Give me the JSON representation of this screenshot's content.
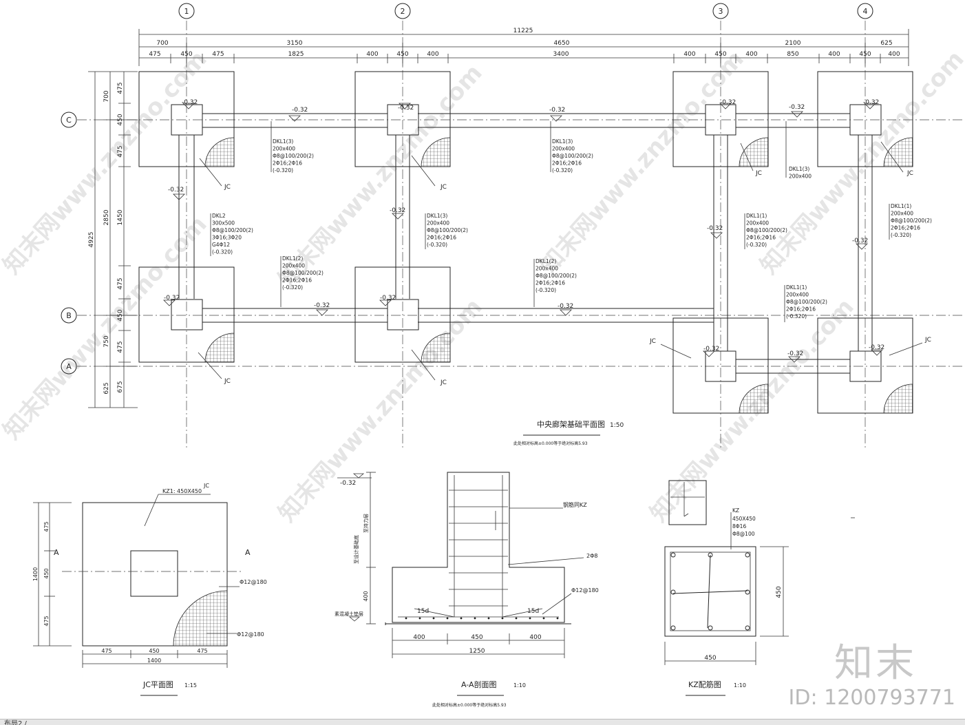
{
  "axes": {
    "columns": [
      "1",
      "2",
      "3",
      "4"
    ],
    "rows": [
      "C",
      "B",
      "A"
    ]
  },
  "top_dims": {
    "total": "11225",
    "level2": [
      "700",
      "3150",
      "4650",
      "2100",
      "625"
    ],
    "level3": [
      "475",
      "450",
      "475",
      "1825",
      "400",
      "450",
      "400",
      "3400",
      "400",
      "450",
      "400",
      "850",
      "400",
      "450",
      "400"
    ]
  },
  "left_dims": {
    "total": "4925",
    "level2": [
      "700",
      "2850",
      "750",
      "625"
    ],
    "level3": [
      "475",
      "450",
      "475",
      "1450",
      "475",
      "450",
      "475",
      "675"
    ]
  },
  "plan": {
    "title": "中央廊架基础平面图",
    "scale": "1:50",
    "note": "此处相对标高±0.000等于绝对标高5.93",
    "elevation": "-0.32",
    "footing_label": "JC",
    "beams": [
      {
        "lines": [
          "DKL1(3)",
          "200x400",
          "Φ8@100/200(2)",
          "2Φ16;2Φ16",
          "(-0.320)"
        ]
      },
      {
        "lines": [
          "DKL1(3)",
          "200x400",
          "Φ8@100/200(2)",
          "2Φ16;2Φ16",
          "(-0.320)"
        ]
      },
      {
        "lines": [
          "DKL1(3)",
          "200x400"
        ]
      },
      {
        "lines": [
          "DKL2",
          "300x500",
          "Φ8@100/200(2)",
          "3Φ16;3Φ20",
          "G4Φ12",
          "(-0.320)"
        ]
      },
      {
        "lines": [
          "DKL1(3)",
          "200x400",
          "Φ8@100/200(2)",
          "2Φ16;2Φ16",
          "(-0.320)"
        ]
      },
      {
        "lines": [
          "DKL1(1)",
          "200x400",
          "Φ8@100/200(2)",
          "2Φ16;2Φ16",
          "(-0.320)"
        ]
      },
      {
        "lines": [
          "DKL1(1)",
          "200x400",
          "Φ8@100/200(2)",
          "2Φ16;2Φ16",
          "(-0.320)"
        ]
      },
      {
        "lines": [
          "DKL1(2)",
          "200x400",
          "Φ8@100/200(2)",
          "2Φ16;2Φ16",
          "(-0.320)"
        ]
      },
      {
        "lines": [
          "DKL1(2)",
          "200x400",
          "Φ8@100/200(2)",
          "2Φ16;2Φ16",
          "(-0.320)"
        ]
      },
      {
        "lines": [
          "DKL1(1)",
          "200x400",
          "Φ8@100/200(2)",
          "2Φ16;2Φ16",
          "(-0.320)"
        ]
      }
    ]
  },
  "jc_detail": {
    "title": "JC平面图",
    "scale": "1:15",
    "label": "JC",
    "column": "KZ1: 450X450",
    "section_mark": "A",
    "rebar1": "Φ12@180",
    "rebar2": "Φ12@180",
    "dims_bottom": [
      "475",
      "450",
      "475"
    ],
    "total_bottom": "1400",
    "dims_left": [
      "475",
      "450",
      "475"
    ],
    "total_left": "1400"
  },
  "section": {
    "title": "A-A剖面图",
    "scale": "1:10",
    "note": "此处相对标高±0.000等于绝对标高5.93",
    "elevation": "-0.32",
    "rebar_col": "钢筋同KZ",
    "rebar_2": "2Φ8",
    "rebar_bottom": "Φ12@180",
    "anchor_left": "15d",
    "anchor_right": "15d",
    "v_text1": "至持力层",
    "v_text2": "至设计基础底",
    "dim_height": "400",
    "bottom_label": "素混凝土垫层",
    "dims_bottom": [
      "400",
      "450",
      "400"
    ],
    "total_bottom": "1250"
  },
  "kz": {
    "title": "KZ配筋图",
    "scale": "1:10",
    "lines": [
      "KZ",
      "450X450",
      "8Φ16",
      "Φ8@100"
    ],
    "dim_side": "450",
    "dim_bottom": "450"
  },
  "watermark": "知末网www.znzmo.com",
  "brand": {
    "logo": "知末",
    "id": "ID: 1200793771"
  },
  "status": {
    "tab": "布局2 /"
  }
}
